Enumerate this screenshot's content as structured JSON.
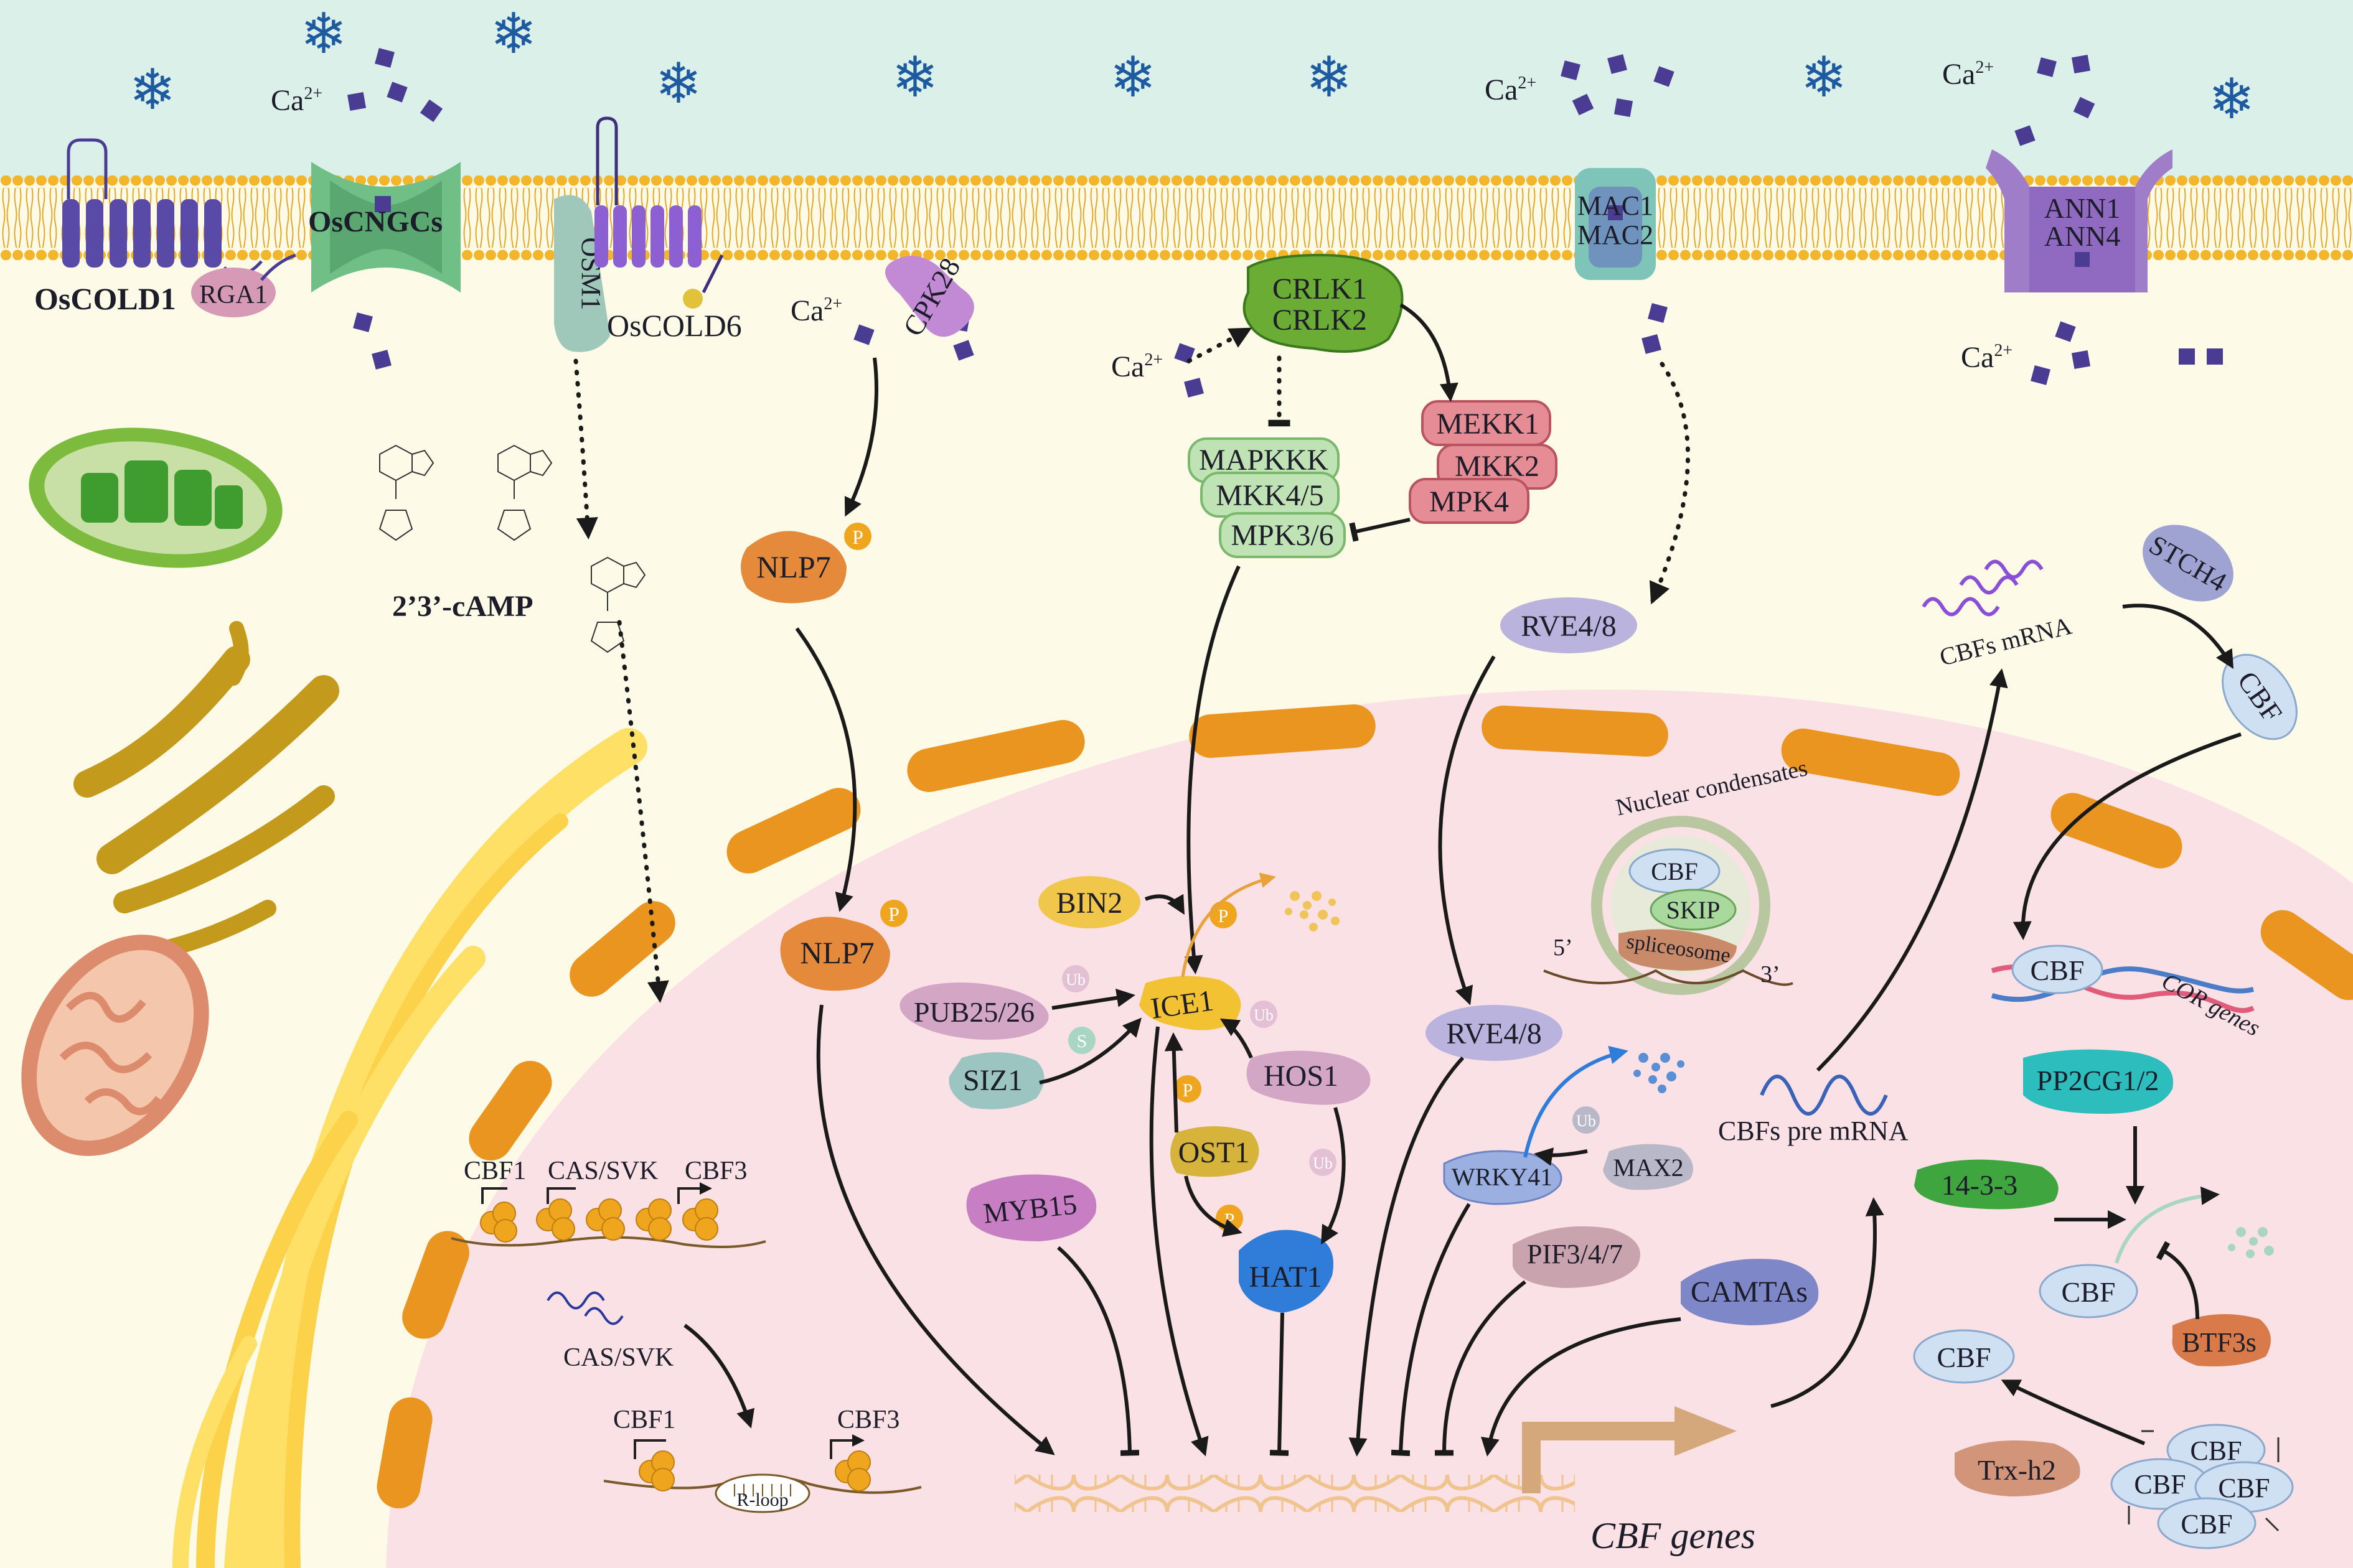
{
  "labels": {
    "oscold1": "OsCOLD1",
    "rga1": "RGA1",
    "oscngcs": "OsCNGCs",
    "osm1": "OSM1",
    "oscold6": "OsCOLD6",
    "cpk28": "CPK28",
    "crlk1": "CRLK1",
    "crlk2": "CRLK2",
    "mac1": "MAC1",
    "mac2": "MAC2",
    "ann1": "ANN1",
    "ann4": "ANN4",
    "camp": "2’3’-cAMP",
    "nlp7": "NLP7",
    "mapkkk": "MAPKKK",
    "mkk45": "MKK4/5",
    "mpk36": "MPK3/6",
    "mekk1": "MEKK1",
    "mkk2": "MKK2",
    "mpk4": "MPK4",
    "rve48": "RVE4/8",
    "cbfs_mrna": "CBFs mRNA",
    "stch4": "STCH4",
    "cbf": "CBF",
    "nuclear_condensates": "Nuclear condensates",
    "skip": "SKIP",
    "spliceosome": "spliceosome",
    "five_prime": "5’",
    "three_prime": "3’",
    "bin2": "BIN2",
    "ice1": "ICE1",
    "pub2526": "PUB25/26",
    "siz1": "SIZ1",
    "hos1": "HOS1",
    "ost1": "OST1",
    "hat1": "HAT1",
    "myb15": "MYB15",
    "wrky41": "WRKY41",
    "max2": "MAX2",
    "pif347": "PIF3/4/7",
    "camtas": "CAMTAs",
    "cbfs_pre_mrna": "CBFs pre mRNA",
    "cor_genes": "COR genes",
    "pp2cg12": "PP2CG1/2",
    "p1433": "14-3-3",
    "btf3s": "BTF3s",
    "trxh2": "Trx-h2",
    "cbf1": "CBF1",
    "cbf3": "CBF3",
    "cassvk": "CAS/SVK",
    "rloop": "R-loop",
    "cbf_genes": "CBF genes",
    "ca": "Ca",
    "ca_sup": "2+",
    "p": "P",
    "ub": "Ub",
    "s": "S"
  },
  "colors": {
    "apoplast": "#dcf0ea",
    "cytoplasm": "#fdfbe8",
    "membrane_head": "#f3b62b",
    "nucleus": "#fae1e6",
    "nuclear_envelope": "#e9951f",
    "calcium": "#4a3c92",
    "snowflake": "#1d5aa0",
    "mapk_green": "#bfe3b4",
    "mekk_red": "#e58c94",
    "cbf_blue": "#cfe0f2",
    "ice1_yellow": "#f3c233",
    "phospho": "#f0a51e"
  }
}
